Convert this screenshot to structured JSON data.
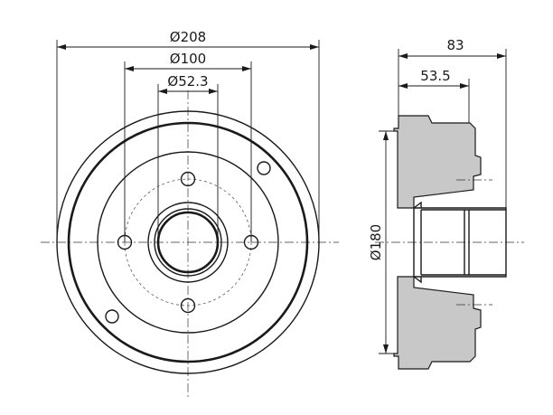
{
  "front_view": {
    "dim_outer_diameter": "Ø208",
    "dim_bolt_circle": "Ø100",
    "dim_center_bore": "Ø52.3"
  },
  "side_view": {
    "dim_total_height": "83",
    "dim_hub_height": "53.5",
    "dim_inner_diameter": "Ø180"
  }
}
